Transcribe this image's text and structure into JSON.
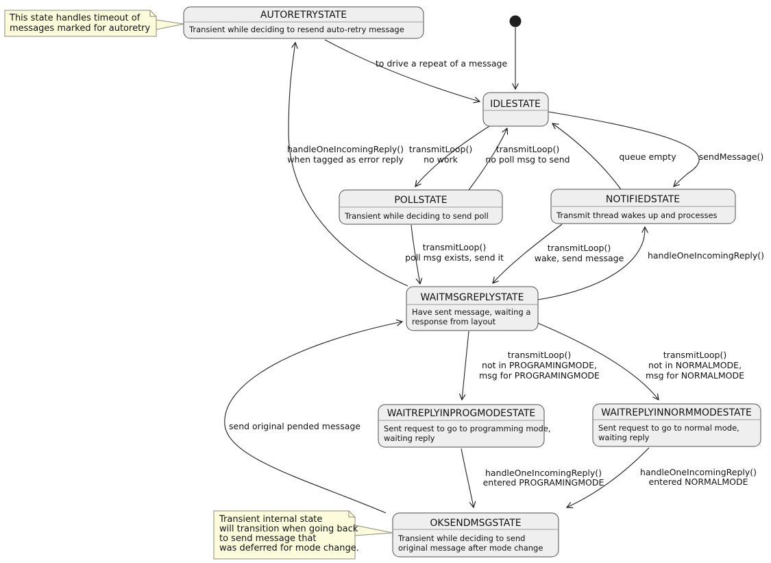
{
  "colors": {
    "background": "#ffffff",
    "state_fill": "#efefef",
    "state_border": "#4d4d4d",
    "note_fill": "#fcfcdc",
    "note_border": "#8a8a78",
    "edge": "#1f1f1f",
    "text": "#111111"
  },
  "states": {
    "autoretry": {
      "title": "AUTORETRYSTATE",
      "body1": "Transient while deciding to resend auto-retry message"
    },
    "idle": {
      "title": "IDLESTATE"
    },
    "poll": {
      "title": "POLLSTATE",
      "body1": "Transient while deciding to send poll"
    },
    "notified": {
      "title": "NOTIFIEDSTATE",
      "body1": "Transmit thread wakes up and processes"
    },
    "waitmsgreply": {
      "title": "WAITMSGREPLYSTATE",
      "body1": "Have sent message, waiting a",
      "body2": "response from layout"
    },
    "waitreplyprog": {
      "title": "WAITREPLYINPROGMODESTATE",
      "body1": "Sent request to go to programming mode,",
      "body2": "waiting reply"
    },
    "waitreplynorm": {
      "title": "WAITREPLYINNORMMODESTATE",
      "body1": "Sent request to go to normal mode,",
      "body2": "waiting reply"
    },
    "oksendmsg": {
      "title": "OKSENDMSGSTATE",
      "body1": "Transient while deciding to send",
      "body2": "original message after mode change"
    }
  },
  "notes": {
    "autoretry_note": {
      "line1": "This state handles timeout of",
      "line2": "messages marked for autoretry"
    },
    "oksend_note": {
      "line1": "Transient internal state",
      "line2": "will transition when going back",
      "line3": "to send message that",
      "line4": "was deferred for mode change."
    }
  },
  "transitions": {
    "repeat": {
      "line1": "to drive a repeat of a message"
    },
    "error_reply": {
      "line1": "handleOneIncomingReply()",
      "line2": "when tagged as error reply"
    },
    "no_work": {
      "line1": "transmitLoop()",
      "line2": "no work"
    },
    "no_poll_msg": {
      "line1": "transmitLoop()",
      "line2": "no poll msg to send"
    },
    "queue_empty": {
      "line1": "queue empty"
    },
    "send_message": {
      "line1": "sendMessage()"
    },
    "poll_msg_exists": {
      "line1": "transmitLoop()",
      "line2": "poll msg exists, send it"
    },
    "wake_send": {
      "line1": "transmitLoop()",
      "line2": "wake, send message"
    },
    "handle_reply": {
      "line1": "handleOneIncomingReply()"
    },
    "to_prog_mode": {
      "line1": "transmitLoop()",
      "line2": "not in PROGRAMINGMODE,",
      "line3": "msg for PROGRAMINGMODE"
    },
    "to_norm_mode": {
      "line1": "transmitLoop()",
      "line2": "not in NORMALMODE,",
      "line3": "msg for NORMALMODE"
    },
    "send_pended": {
      "line1": "send original pended message"
    },
    "entered_prog": {
      "line1": "handleOneIncomingReply()",
      "line2": "entered PROGRAMINGMODE"
    },
    "entered_norm": {
      "line1": "handleOneIncomingReply()",
      "line2": "entered NORMALMODE"
    }
  }
}
